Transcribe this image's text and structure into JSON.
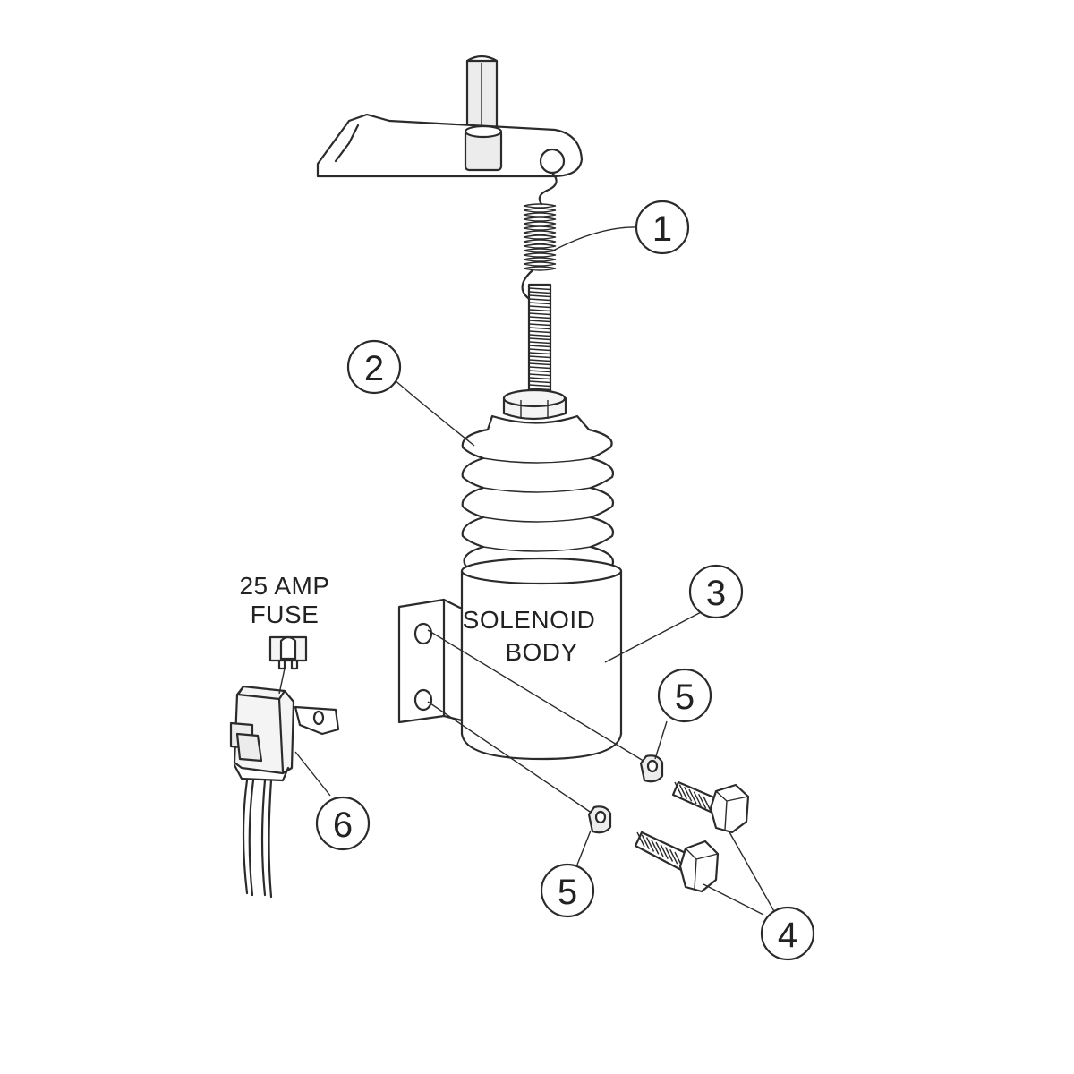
{
  "callouts": {
    "c1": "1",
    "c2": "2",
    "c3": "3",
    "c4": "4",
    "c5a": "5",
    "c5b": "5",
    "c6": "6"
  },
  "labels": {
    "solenoid_line1": "SOLENOID",
    "solenoid_line2": "BODY",
    "fuse_line1": "25 AMP",
    "fuse_line2": "FUSE"
  }
}
